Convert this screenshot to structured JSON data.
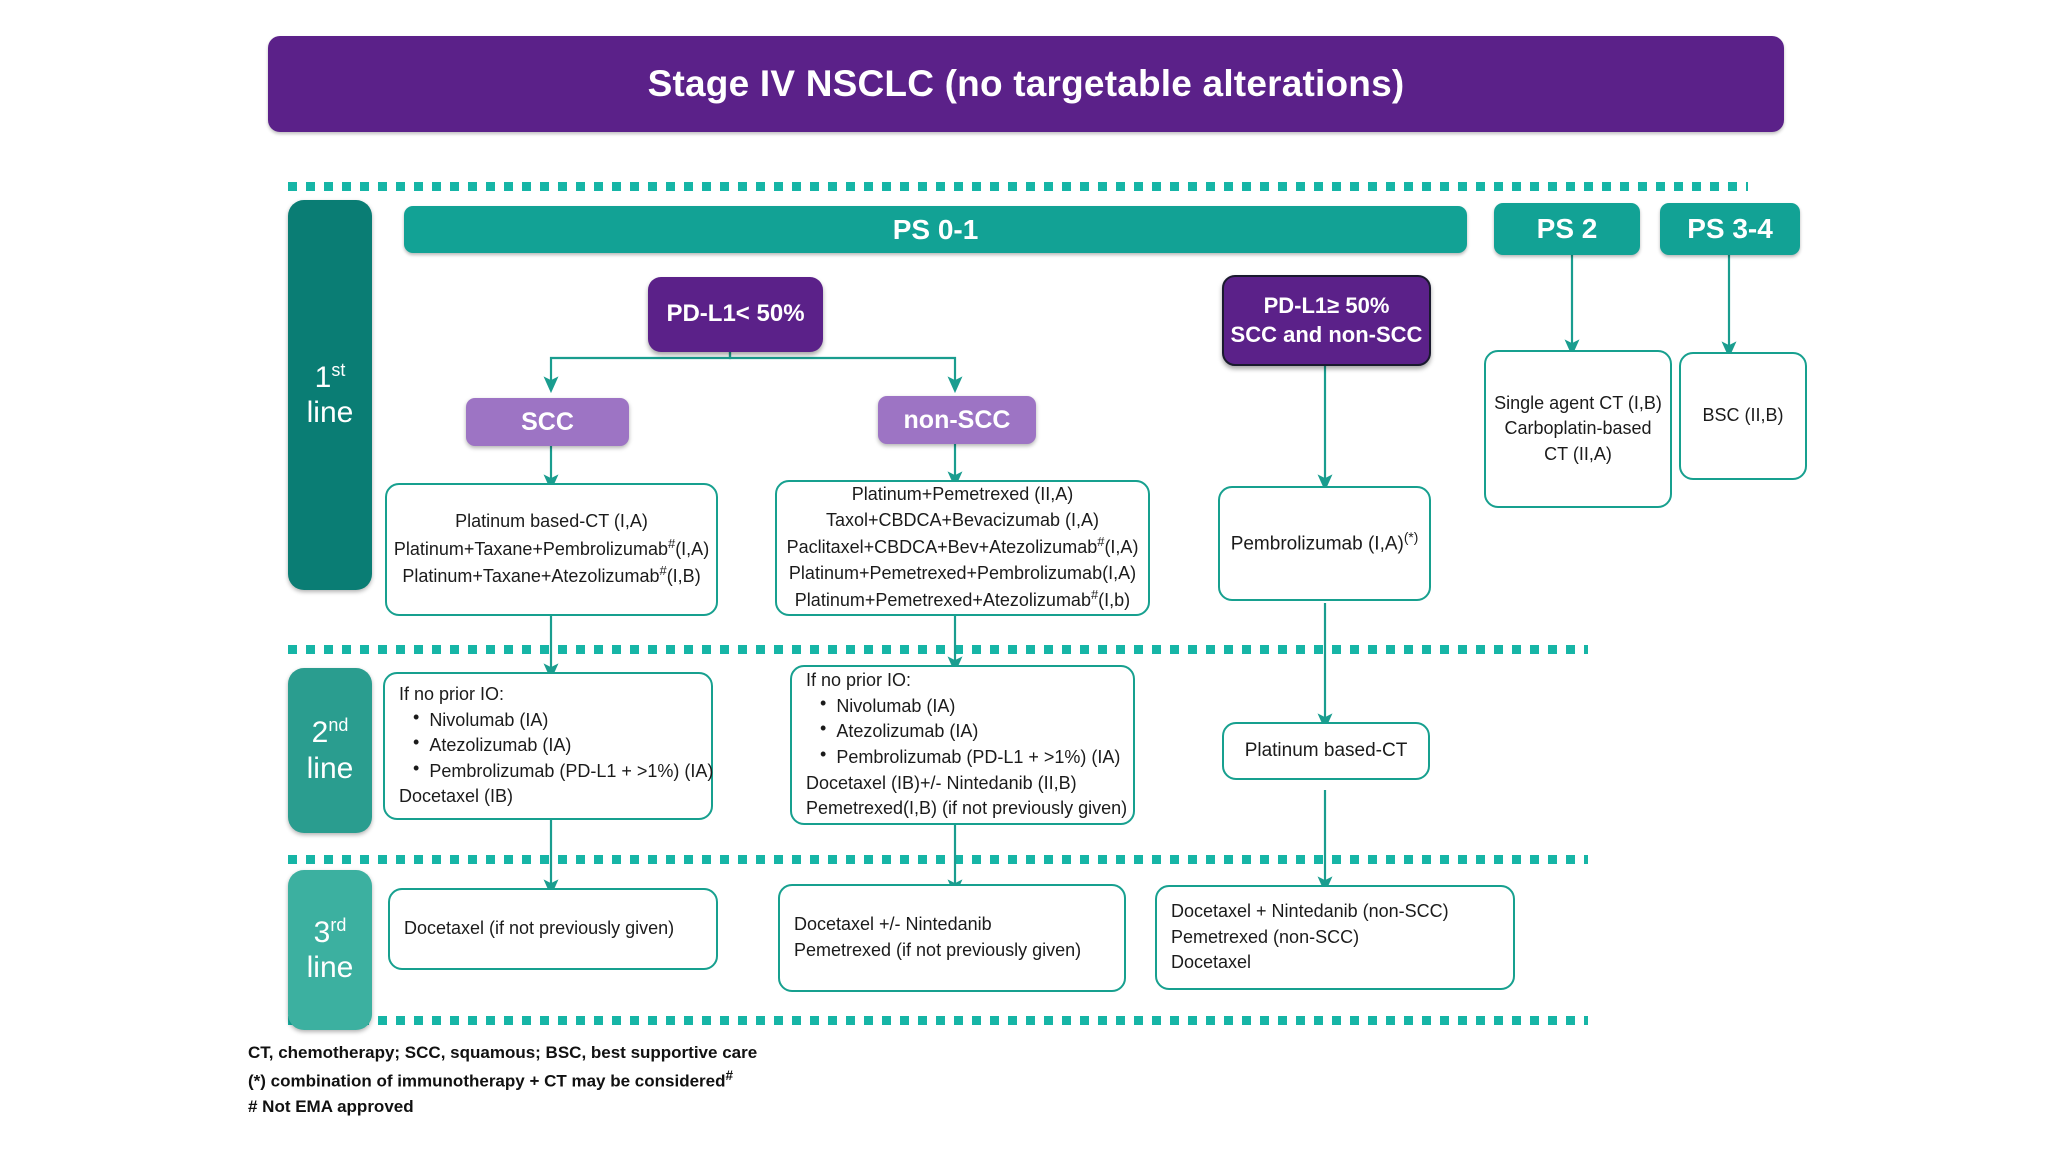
{
  "title": "Stage IV NSCLC (no targetable alterations)",
  "colors": {
    "title_purple": "#5b2189",
    "teal_bar": "#12a295",
    "teal_dark_pill": "#0a7d74",
    "teal_mid_pill": "#2a9d8f",
    "teal_light_pill": "#3cb0a0",
    "lilac": "#9d74c4",
    "box_border": "#17a08f",
    "dotted": "#16b5a6"
  },
  "lines": [
    {
      "ordinal": "1",
      "suffix": "st",
      "word": "line"
    },
    {
      "ordinal": "2",
      "suffix": "nd",
      "word": "line"
    },
    {
      "ordinal": "3",
      "suffix": "rd",
      "word": "line"
    }
  ],
  "ps_headers": {
    "ps01": "PS 0-1",
    "ps2": "PS 2",
    "ps34": "PS 3-4"
  },
  "decisions": {
    "pdl1_low": "PD-L1< 50%",
    "pdl1_high_l1": "PD-L1≥ 50%",
    "pdl1_high_l2": "SCC and non-SCC",
    "scc": "SCC",
    "non_scc": "non-SCC"
  },
  "first_line": {
    "scc_box": [
      "Platinum based-CT (I,A)",
      "Platinum+Taxane+Pembrolizumab#(I,A)",
      "Platinum+Taxane+Atezolizumab#(I,B)"
    ],
    "non_scc_box": [
      "Platinum+Pemetrexed (II,A)",
      "Taxol+CBDCA+Bevacizumab (I,A)",
      "Paclitaxel+CBDCA+Bev+Atezolizumab# (I,A)",
      "Platinum+Pemetrexed+Pembrolizumab(I,A)",
      "Platinum+Pemetrexed+Atezolizumab#(I,b)"
    ],
    "pdl1_high_box": [
      "Pembrolizumab (I,A)(*)"
    ],
    "ps2_box": [
      "Single agent CT (I,B)",
      "Carboplatin-based",
      "CT (II,A)"
    ],
    "ps34_box": [
      "BSC (II,B)"
    ]
  },
  "second_line": {
    "scc_box": {
      "intro": "If no prior IO:",
      "bullets": [
        "Nivolumab (IA)",
        "Atezolizumab (IA)",
        "Pembrolizumab (PD-L1 + >1%) (IA)"
      ],
      "trailing": [
        "Docetaxel (IB)"
      ]
    },
    "non_scc_box": {
      "intro": "If no prior IO:",
      "bullets": [
        "Nivolumab (IA)",
        "Atezolizumab (IA)",
        "Pembrolizumab (PD-L1 + >1%) (IA)"
      ],
      "trailing": [
        "Docetaxel (IB)+/- Nintedanib (II,B)",
        "Pemetrexed(I,B) (if not previously given)"
      ]
    },
    "pdl1_high_box": [
      "Platinum based-CT"
    ]
  },
  "third_line": {
    "scc_box": [
      "Docetaxel (if not previously given)"
    ],
    "non_scc_box": [
      "Docetaxel +/- Nintedanib",
      "Pemetrexed (if not previously given)"
    ],
    "right_box": [
      "Docetaxel + Nintedanib (non-SCC)",
      "Pemetrexed (non-SCC)",
      "Docetaxel"
    ]
  },
  "footnotes": [
    "CT, chemotherapy; SCC, squamous; BSC, best supportive care",
    "(*) combination of immunotherapy + CT may be considered#",
    "# Not EMA approved"
  ]
}
